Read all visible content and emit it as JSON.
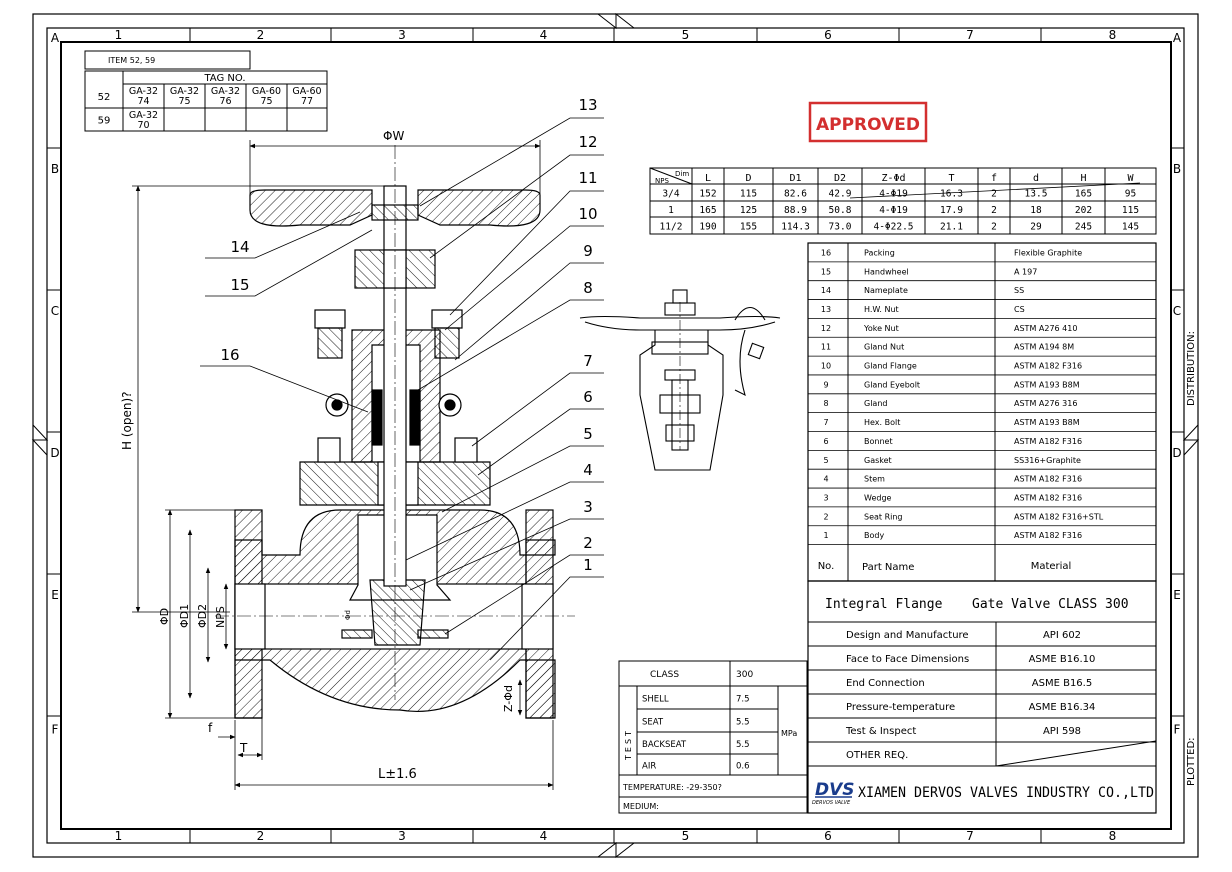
{
  "frame": {
    "columns": [
      "1",
      "2",
      "3",
      "4",
      "5",
      "6",
      "7",
      "8"
    ],
    "rows": [
      "A",
      "B",
      "C",
      "D",
      "E",
      "F"
    ],
    "side_labels": {
      "distribution": "DISTRIBUTION:",
      "plotted": "PLOTTED:"
    }
  },
  "item_box": {
    "title": "ITEM 52, 59",
    "tag_header": "TAG NO.",
    "rows": [
      {
        "item": "52",
        "tags": [
          "GA-32 74",
          "GA-32 75",
          "GA-32 76",
          "GA-60 75",
          "GA-60 77"
        ]
      },
      {
        "item": "59",
        "tags": [
          "GA-32 70",
          "",
          "",
          "",
          ""
        ]
      }
    ]
  },
  "approved_stamp": "APPROVED",
  "dim_table": {
    "corner_top": "Dim",
    "corner_bottom": "NPS",
    "headers": [
      "L",
      "D",
      "D1",
      "D2",
      "Z-Φd",
      "T",
      "f",
      "d",
      "H",
      "W"
    ],
    "rows": [
      [
        "3/4",
        "152",
        "115",
        "82.6",
        "42.9",
        "4-Φ19",
        "16.3",
        "2",
        "13.5",
        "165",
        "95"
      ],
      [
        "1",
        "165",
        "125",
        "88.9",
        "50.8",
        "4-Φ19",
        "17.9",
        "2",
        "18",
        "202",
        "115"
      ],
      [
        "11/2",
        "190",
        "155",
        "114.3",
        "73.0",
        "4-Φ22.5",
        "21.1",
        "2",
        "29",
        "245",
        "145"
      ]
    ]
  },
  "parts": [
    {
      "no": "16",
      "name": "Packing",
      "material": "Flexible Graphite"
    },
    {
      "no": "15",
      "name": "Handwheel",
      "material": "A 197"
    },
    {
      "no": "14",
      "name": "Nameplate",
      "material": "SS"
    },
    {
      "no": "13",
      "name": "H.W. Nut",
      "material": "CS"
    },
    {
      "no": "12",
      "name": "Yoke Nut",
      "material": "ASTM A276 410"
    },
    {
      "no": "11",
      "name": "Gland Nut",
      "material": "ASTM A194 8M"
    },
    {
      "no": "10",
      "name": "Gland Flange",
      "material": "ASTM A182 F316"
    },
    {
      "no": "9",
      "name": "Gland Eyebolt",
      "material": "ASTM A193 B8M"
    },
    {
      "no": "8",
      "name": "Gland",
      "material": "ASTM A276 316"
    },
    {
      "no": "7",
      "name": "Hex. Bolt",
      "material": "ASTM A193 B8M"
    },
    {
      "no": "6",
      "name": "Bonnet",
      "material": "ASTM A182 F316"
    },
    {
      "no": "5",
      "name": "Gasket",
      "material": "SS316+Graphite"
    },
    {
      "no": "4",
      "name": "Stem",
      "material": "ASTM A182 F316"
    },
    {
      "no": "3",
      "name": "Wedge",
      "material": "ASTM A182 F316"
    },
    {
      "no": "2",
      "name": "Seat Ring",
      "material": "ASTM A182 F316+STL"
    },
    {
      "no": "1",
      "name": "Body",
      "material": "ASTM A182 F316"
    }
  ],
  "parts_header": {
    "no": "No.",
    "name": "Part Name",
    "material": "Material"
  },
  "title_block": {
    "left": "Integral Flange",
    "right": "Gate Valve  CLASS 300",
    "specs": [
      {
        "label": "Design and Manufacture",
        "value": "API 602"
      },
      {
        "label": "Face to Face Dimensions",
        "value": "ASME B16.10"
      },
      {
        "label": "End Connection",
        "value": "ASME B16.5"
      },
      {
        "label": "Pressure-temperature",
        "value": "ASME B16.34"
      },
      {
        "label": "Test & Inspect",
        "value": "API 598"
      },
      {
        "label": "OTHER REQ.",
        "value": ""
      }
    ],
    "company": "XIAMEN DERVOS VALVES INDUSTRY CO.,LTD",
    "logo_text": "DVS",
    "logo_sub": "DERVOS VALVE"
  },
  "test_table": {
    "class_label": "CLASS",
    "class_value": "300",
    "test_label": "TEST",
    "unit": "MPa",
    "rows": [
      {
        "label": "SHELL",
        "value": "7.5"
      },
      {
        "label": "SEAT",
        "value": "5.5"
      },
      {
        "label": "BACKSEAT",
        "value": "5.5"
      },
      {
        "label": "AIR",
        "value": "0.6"
      }
    ],
    "temperature": "TEMPERATURE: -29-350?",
    "medium": "MEDIUM:"
  },
  "drawing": {
    "callouts": [
      "1",
      "2",
      "3",
      "4",
      "5",
      "6",
      "7",
      "8",
      "9",
      "10",
      "11",
      "12",
      "13",
      "14",
      "15",
      "16"
    ],
    "dims": {
      "W": "ΦW",
      "H": "H (open)?",
      "D": "ΦD",
      "D1": "ΦD1",
      "D2": "ΦD2",
      "NPS": "NPS",
      "L": "L±1.6",
      "f": "f",
      "T": "T",
      "Zd": "Z-Φd",
      "d": "Φd"
    }
  },
  "colors": {
    "stamp": "#d32f2f",
    "logo": "#1a3c8c",
    "line": "#000000"
  }
}
